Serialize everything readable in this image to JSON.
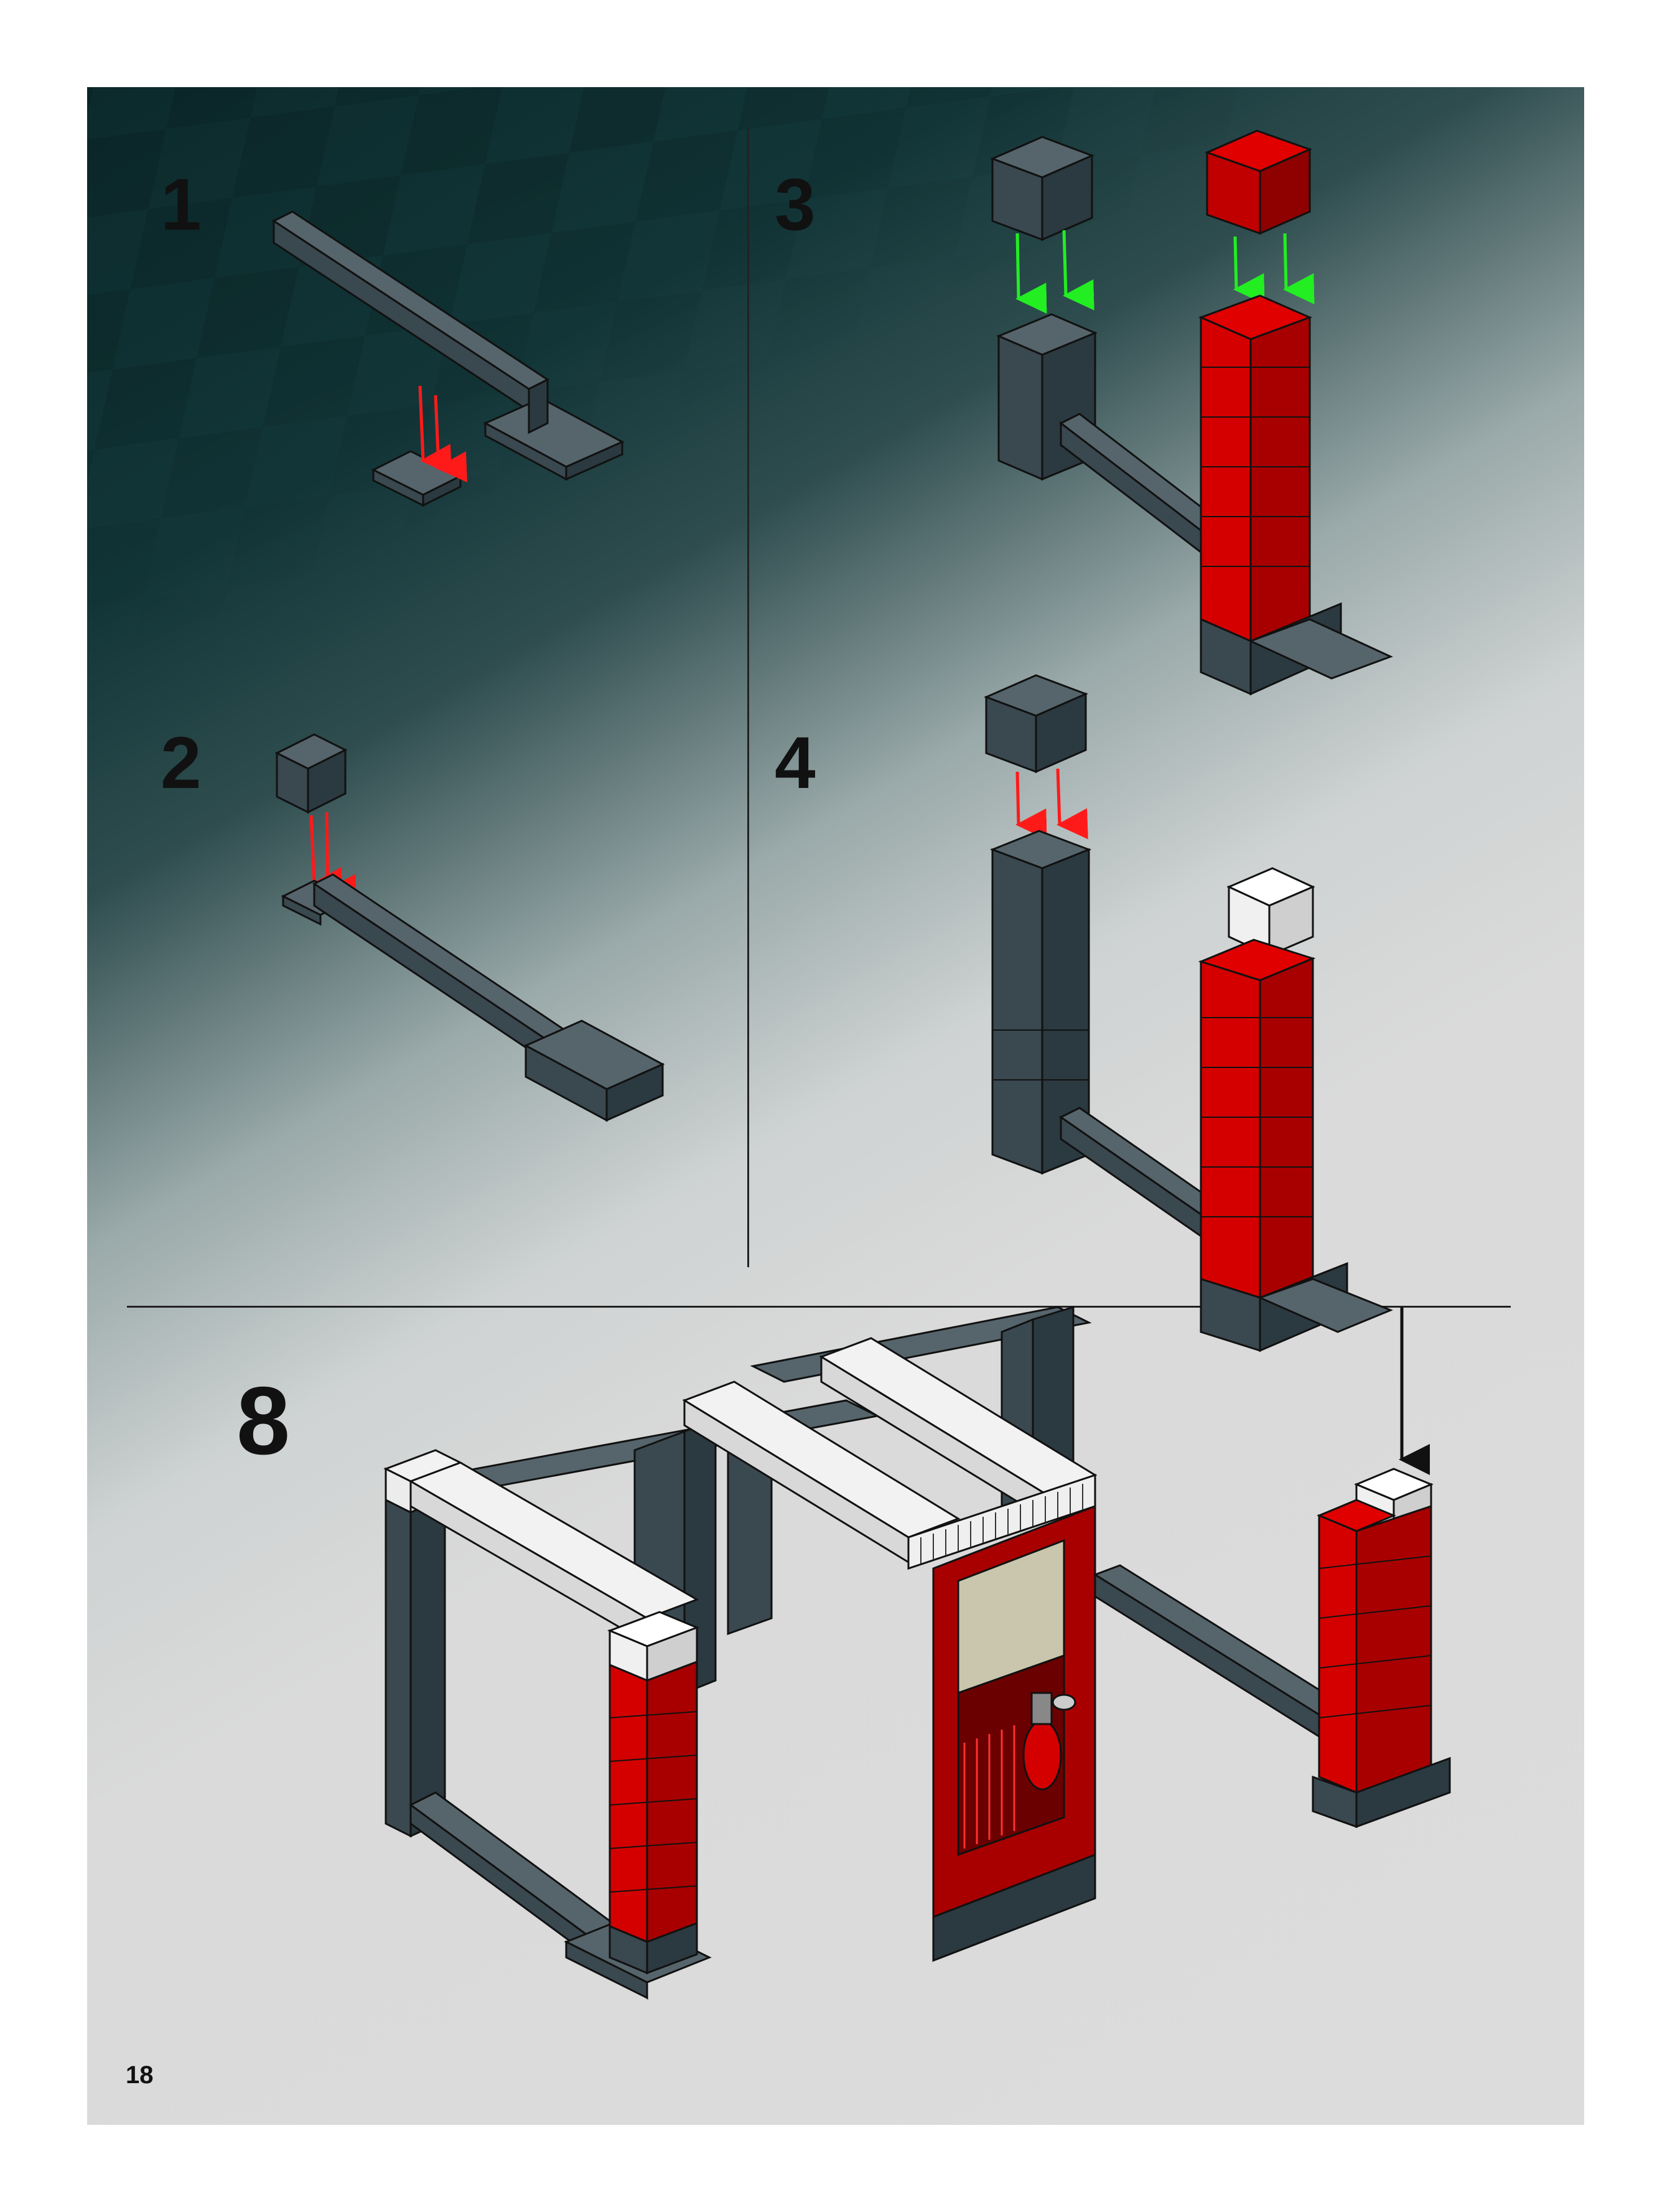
{
  "steps": {
    "s1": "1",
    "s2": "2",
    "s3": "3",
    "s4": "4",
    "s8": "8"
  },
  "page_number": "18",
  "colors": {
    "dark_grey": "#3f4d55",
    "red": "#d40000",
    "white": "#f2f2f2",
    "arrow_red": "#ff1a1a",
    "arrow_green": "#22ee22",
    "arrow_black": "#111111"
  }
}
